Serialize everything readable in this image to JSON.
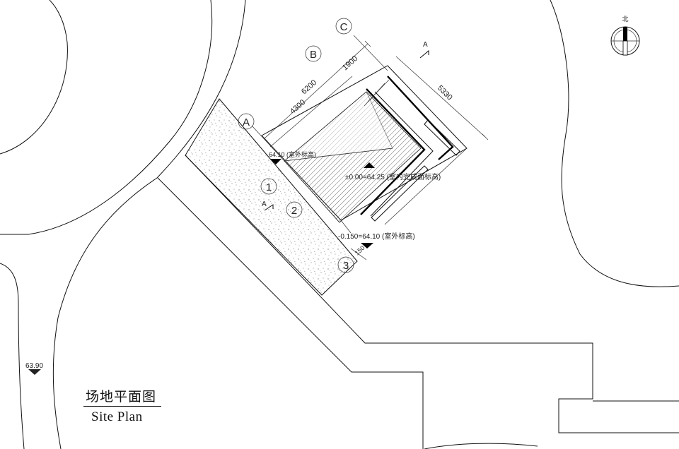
{
  "title": {
    "zh": "场地平面图",
    "en": "Site Plan"
  },
  "axes": {
    "letters": [
      "A",
      "B",
      "C"
    ],
    "numbers": [
      "1",
      "2",
      "3"
    ]
  },
  "dimensions": {
    "d6200": "6200",
    "d1900": "1900",
    "d4300": "4300",
    "d5330": "5330",
    "d150": "150"
  },
  "levels": {
    "outdoor_top": "64.10 (室外标高)",
    "floor": "±0.00=64.25 (室内完成面标高)",
    "outdoor_bottom": "-0.150=64.10 (室外标高)",
    "ground": "63.90"
  },
  "section_marks": {
    "section": "A"
  },
  "north_arrow": {
    "label": "北",
    "icon": "north-arrow-icon"
  },
  "colors": {
    "line": "#111111",
    "background": "#ffffff"
  }
}
